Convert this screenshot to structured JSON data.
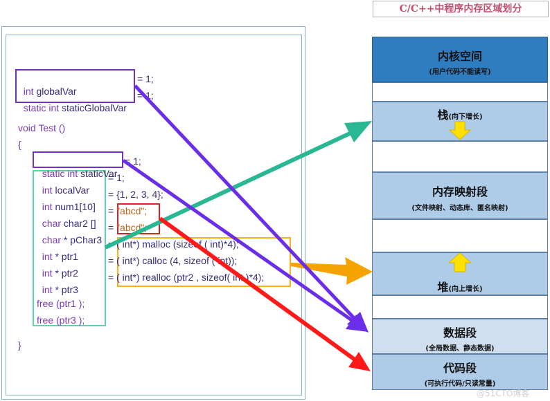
{
  "title": "C/C++中程序内存区域划分",
  "code": {
    "line1": [
      "int",
      " globalVar",
      "= 1;"
    ],
    "line2": [
      "static int",
      " staticGlobalVar",
      "= 1;"
    ],
    "func": "void Test ()",
    "open_brace": "{",
    "l_static": [
      "static int",
      " staticVar",
      "= 1;"
    ],
    "l_local": [
      "int",
      " localVar",
      "= 1;"
    ],
    "l_num1": [
      "int",
      " num1[10]",
      "= {1, 2, 3, 4};"
    ],
    "l_char2": [
      "char",
      " char2 []",
      "= ",
      "\"abcd\";"
    ],
    "l_pchar3": [
      "char",
      " * pChar3",
      "= ",
      "\"abcd\";"
    ],
    "l_ptr1": [
      "int",
      " * ptr1",
      "= ( int*) malloc (sizeof ( int)*4);"
    ],
    "l_ptr2": [
      "int",
      " * ptr2",
      "= ( int*) calloc (4, sizeof ( int));"
    ],
    "l_ptr3": [
      "int",
      " * ptr3",
      "= ( int*) realloc (ptr2 , sizeof( int )*4);"
    ],
    "free1": "free (ptr1 );",
    "free3": "free (ptr3 );",
    "close_brace": "}"
  },
  "segments": {
    "kernel": {
      "title": "内核空间",
      "sub": "(用户代码不能读写)"
    },
    "stack": {
      "title": "栈",
      "sub": "(向下增长)"
    },
    "mmap": {
      "title": "内存映射段",
      "sub": "(文件映射、动态库、匿名映射)"
    },
    "heap": {
      "title": "堆",
      "sub": "(向上增长)"
    },
    "data": {
      "title": "数据段",
      "sub": "(全局数据、静态数据)"
    },
    "code": {
      "title": "代码段",
      "sub": "(可执行代码/只读常量)"
    }
  },
  "watermark": "@51CTO博客",
  "colors": {
    "kernel": "#2f7cbf",
    "segment": "#aecbe8",
    "data_segment": "#cfdff0",
    "global_box": "#7030c0",
    "stack_box": "#3cc4a0",
    "heap_box": "#f5b21a",
    "const_box": "#e02020",
    "growth_arrow": "#ffe000"
  }
}
